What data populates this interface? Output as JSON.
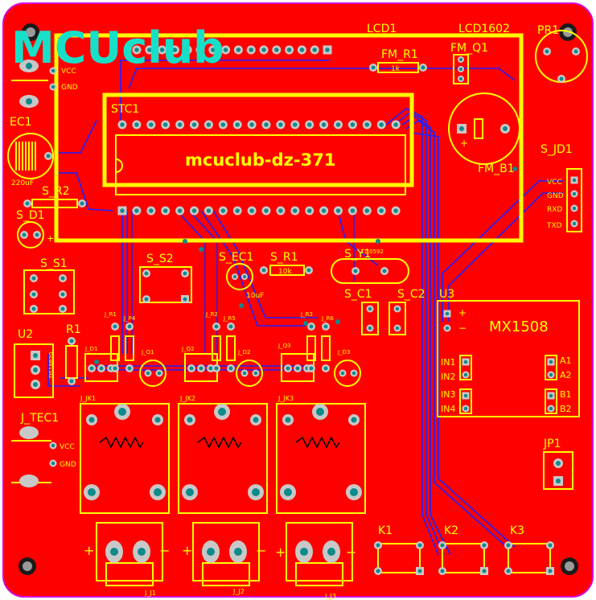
{
  "colors": {
    "board": "#ff0000",
    "silk": "#ffff00",
    "pad": "#c8c8c8",
    "via": "#0f8a8a",
    "trace": "#2020ff",
    "logo": "#17e0c8",
    "outline": "#d800d8"
  },
  "logo": "MCUclub",
  "title": "mcuclub-dz-371",
  "refs": {
    "lcd1": "LCD1",
    "lcd1602": "LCD1602",
    "pr1": "PR1",
    "fm_r1": "FM_R1",
    "fm_q1": "FM_Q1",
    "stc1": "STC1",
    "ec1": "EC1",
    "fm_b1": "FM_B1",
    "s_jd1": "S_JD1",
    "s_r2": "S_R2",
    "s_d1": "S_D1",
    "s_s1": "S_S1",
    "s_s2": "S_S2",
    "s_ec1": "S_EC1",
    "s_r1": "S_R1",
    "s_y1": "S_Y1",
    "s_c1": "S_C1",
    "s_c2": "S_C2",
    "u3": "U3",
    "u2": "U2",
    "r1": "R1",
    "j_tec1": "J_TEC1",
    "jp1": "JP1",
    "k1": "K1",
    "k2": "K2",
    "k3": "K3",
    "mx1508": "MX1508"
  },
  "small": {
    "vcc": "VCC",
    "gnd": "GND",
    "rxd": "RXD",
    "txd": "TXD",
    "r1k": "1k",
    "r10k": "10k",
    "c220": "220uF",
    "c10": "10uF",
    "xtal": "11.0592",
    "j_jk1": "J_JK1",
    "j_jk2": "J_JK2",
    "j_jk3": "J_JK3",
    "j_j1": "J_J1",
    "j_j2": "J_J2",
    "j_j3": "J_J3",
    "j_d1": "J_D1",
    "j_d2": "J_D2",
    "j_d3": "J_D3",
    "j_q1": "J_Q1",
    "j_q2": "J_Q2",
    "j_q3": "J_Q3",
    "j_r1": "J_R1",
    "j_r2": "J_R2",
    "j_r3": "J_R3",
    "j_r4": "J_P4",
    "j_r5": "J_R5",
    "j_r6": "J_R6",
    "ds18b20": "DS18B20",
    "ind1": "IN1",
    "ind2": "IN2",
    "ind3": "IN3",
    "ind4": "IN4",
    "a1": "A1",
    "a2": "A2",
    "b1": "B1",
    "b2": "B2",
    "plus": "+",
    "minus": "−"
  }
}
